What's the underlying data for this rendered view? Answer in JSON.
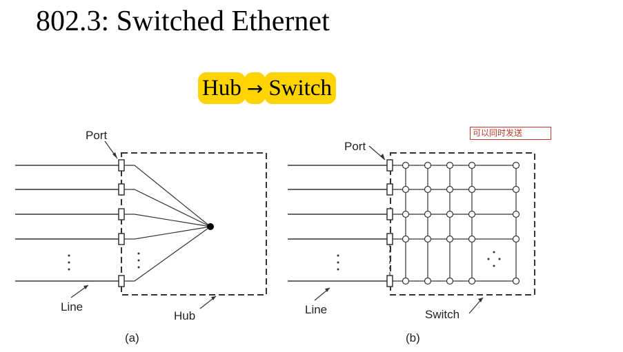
{
  "title": "802.3: Switched Ethernet",
  "banner": {
    "from": "Hub",
    "arrow": "→",
    "to": "Switch"
  },
  "note": "可以同时发送",
  "diagram_a": {
    "port_label": "Port",
    "line_label": "Line",
    "box_label": "Hub",
    "caption": "(a)"
  },
  "diagram_b": {
    "port_label": "Port",
    "line_label": "Line",
    "box_label": "Switch",
    "caption": "(b)"
  },
  "colors": {
    "highlight": "#ffd400",
    "note_border": "#c0392b",
    "lines": "#333333"
  }
}
